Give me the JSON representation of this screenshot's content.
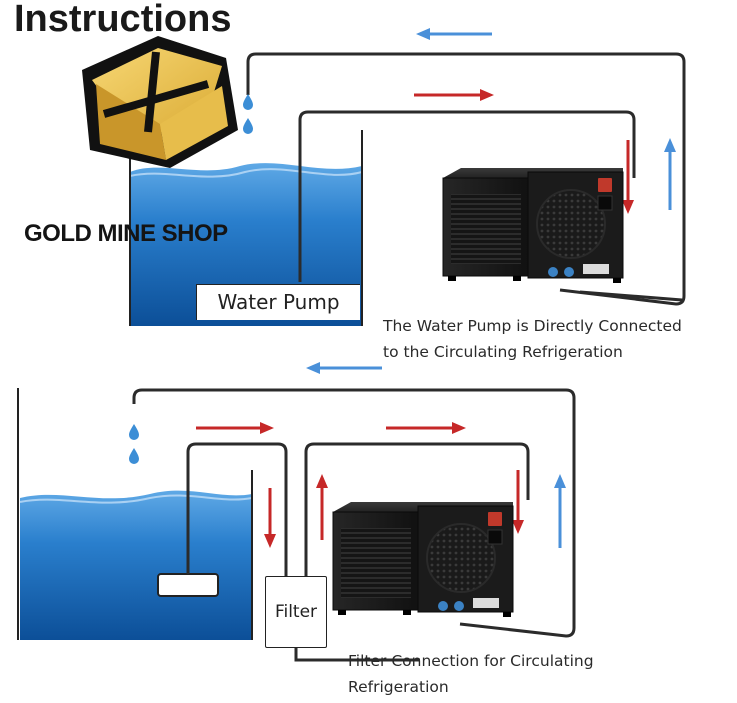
{
  "title": "Instructions",
  "brand": {
    "name": "GOLD MINE SHOP",
    "logo_icon": "gold-bar-icon",
    "logo_color": "#e0b64a"
  },
  "diagram_top": {
    "pump_label": "Water Pump",
    "caption_line1": "The Water Pump is Directly Connected",
    "caption_line2": "to the Circulating Refrigeration"
  },
  "diagram_bottom": {
    "filter_label": "Filter",
    "caption_line1": "Filter Connection for Circulating",
    "caption_line2": "Refrigeration"
  },
  "colors": {
    "outflow_arrow": "#c62828",
    "return_arrow": "#4a90d9",
    "water": "#1f6fb8",
    "pipe": "#2b2b2b",
    "chiller_body": "#1c1c1c"
  },
  "icons": [
    "water-drop-icon",
    "chiller-unit-icon",
    "flow-arrow-icon"
  ]
}
